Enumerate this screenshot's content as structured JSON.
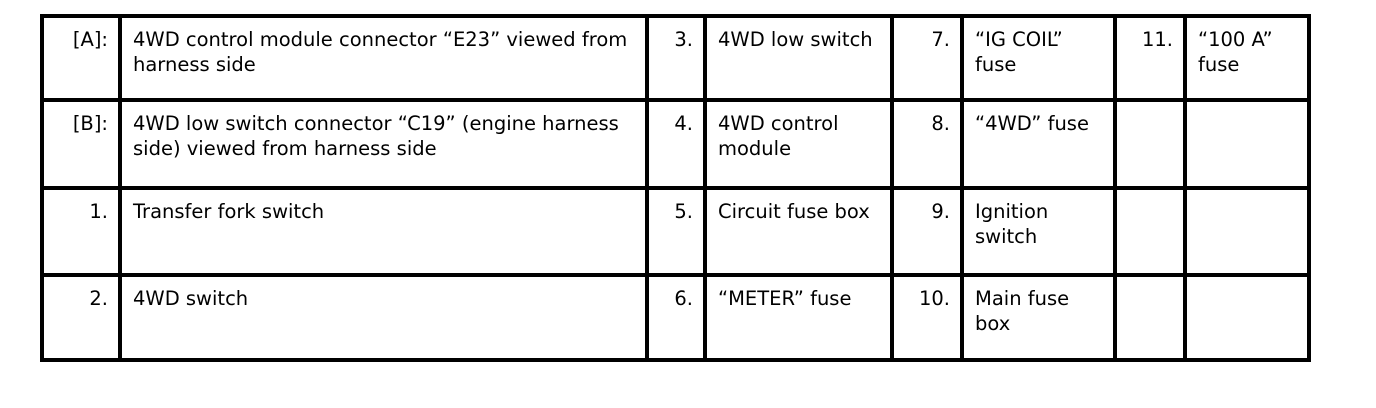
{
  "legend": {
    "rows": [
      {
        "tag": "[A]:",
        "tag_desc": "4WD control module connector “E23” viewed from harness side",
        "n2": "3.",
        "d2": "4WD low switch",
        "n3": "7.",
        "d3": "“IG COIL” fuse",
        "n4": "11.",
        "d4": "“100 A” fuse"
      },
      {
        "tag": "[B]:",
        "tag_desc": "4WD low switch connector “C19” (engine harness side) viewed from harness side",
        "n2": "4.",
        "d2": "4WD control module",
        "n3": "8.",
        "d3": "“4WD” fuse",
        "n4": "",
        "d4": ""
      },
      {
        "tag": "1.",
        "tag_desc": "Transfer fork switch",
        "n2": "5.",
        "d2": "Circuit fuse box",
        "n3": "9.",
        "d3": "Ignition switch",
        "n4": "",
        "d4": ""
      },
      {
        "tag": "2.",
        "tag_desc": "4WD switch",
        "n2": "6.",
        "d2": "“METER” fuse",
        "n3": "10.",
        "d3": "Main fuse box",
        "n4": "",
        "d4": ""
      }
    ],
    "colors": {
      "border": "#000000",
      "background": "#ffffff",
      "text": "#000000"
    }
  }
}
